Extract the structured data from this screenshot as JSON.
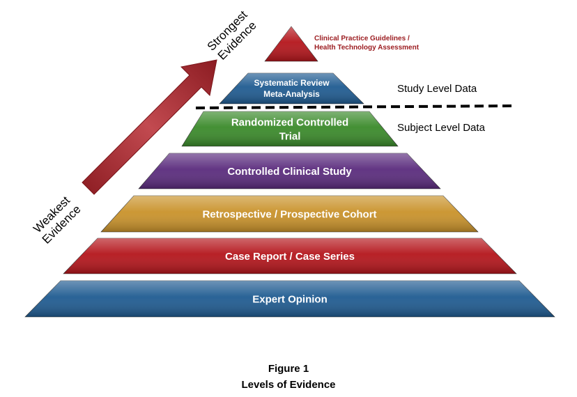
{
  "tiers": [
    {
      "label": "Expert Opinion",
      "color": "#1f5b91"
    },
    {
      "label": "Case Report / Case Series",
      "color": "#b4151b"
    },
    {
      "label": "Retrospective / Prospective Cohort",
      "color": "#c9922a"
    },
    {
      "label": "Controlled Clinical Study",
      "color": "#5a2b7d"
    },
    {
      "label": "Randomized Controlled",
      "label2": "Trial",
      "color": "#3a8a2a"
    },
    {
      "label": "Systematic Review",
      "label2": "Meta-Analysis",
      "color": "#1f5b91"
    },
    {
      "label": "Clinical Practice Guidelines /",
      "label2": "Health Technology Assessment",
      "color": "#b4151b"
    }
  ],
  "apex_label_color": "#9b1b1f",
  "arrow_color": "#a5242b",
  "side_labels": {
    "study_level": "Study Level Data",
    "subject_level": "Subject Level Data"
  },
  "evidence_axis": {
    "strongest_line1": "Strongest",
    "strongest_line2": "Evidence",
    "weakest_line1": "Weakest",
    "weakest_line2": "Evidence"
  },
  "caption": {
    "figure": "Figure 1",
    "title": "Levels of Evidence"
  }
}
